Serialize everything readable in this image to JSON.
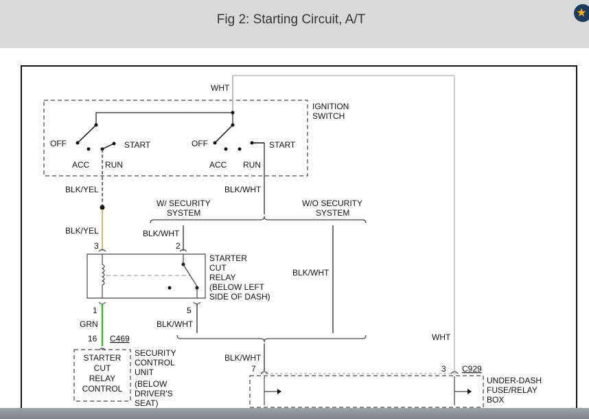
{
  "header": {
    "title": "Fig 2: Starting Circuit, A/T",
    "favorite_icon": "star-icon",
    "accent_color": "#f2b01e"
  },
  "colors": {
    "wire_grn": "#3bb03b",
    "wire_blk_yel": "#c9b77a",
    "wire_wht": "#cccccc",
    "wire": "#444444"
  },
  "ignition": {
    "label_line1": "IGNITION",
    "label_line2": "SWITCH",
    "left": {
      "off": "OFF",
      "acc": "ACC",
      "run": "RUN",
      "start": "START"
    },
    "right": {
      "off": "OFF",
      "acc": "ACC",
      "run": "RUN",
      "start": "START"
    }
  },
  "wires": {
    "wht_top": "WHT",
    "blk_yel_1": "BLK/YEL",
    "blk_wht_1": "BLK/WHT",
    "blk_yel_2": "BLK/YEL",
    "blk_wht_2": "BLK/WHT",
    "blk_wht_3": "BLK/WHT",
    "grn": "GRN",
    "blk_wht_4": "BLK/WHT",
    "wht_right": "WHT",
    "blk_wht_5": "BLK/WHT"
  },
  "security": {
    "w_line1": "W/ SECURITY",
    "w_line2": "SYSTEM",
    "wo_line1": "W/O SECURITY",
    "wo_line2": "SYSTEM"
  },
  "relay": {
    "label": [
      "STARTER",
      "CUT",
      "RELAY",
      "(BELOW LEFT",
      "SIDE OF DASH)"
    ],
    "pin_3": "3",
    "pin_2": "2",
    "pin_1": "1",
    "pin_5": "5"
  },
  "control_unit": {
    "box": [
      "STARTER",
      "CUT",
      "RELAY",
      "CONTROL"
    ],
    "label": [
      "SECURITY",
      "CONTROL",
      "UNIT",
      "(BELOW",
      "DRIVER'S",
      "SEAT)"
    ],
    "pin": "16",
    "connector": "C469"
  },
  "fuse_box": {
    "label": [
      "UNDER-DASH",
      "FUSE/RELAY",
      "BOX"
    ],
    "pin_7": "7",
    "pin_3": "3",
    "connector": "C929"
  }
}
